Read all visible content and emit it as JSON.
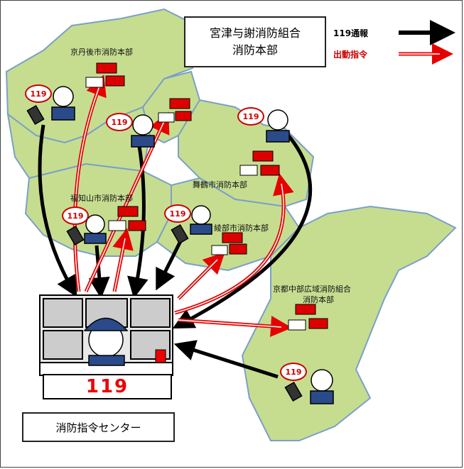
{
  "callout": {
    "line1": "宮津与謝消防組合",
    "line2": "消防本部"
  },
  "legend": {
    "call_label": "119通報",
    "dispatch_label": "出動指令"
  },
  "stations": {
    "kyotango": "京丹後市消防本部",
    "fukuchiyama": "福知山市消防本部",
    "maizuru": "舞鶴市消防本部",
    "ayabe": "綾部市消防本部",
    "chubu_line1": "京都中部広域消防組合",
    "chubu_line2": "消防本部"
  },
  "bubble_text": "119",
  "center": {
    "number": "119",
    "name": "消防指令センター"
  },
  "colors": {
    "map_fill": "#c6dd90",
    "map_stroke": "#7aa0c8",
    "call_arrow": "#000000",
    "dispatch_arrow": "#e60000"
  },
  "icons": [
    "fire-truck-icon",
    "ambulance-icon",
    "person-phone-icon",
    "dispatcher-icon"
  ]
}
